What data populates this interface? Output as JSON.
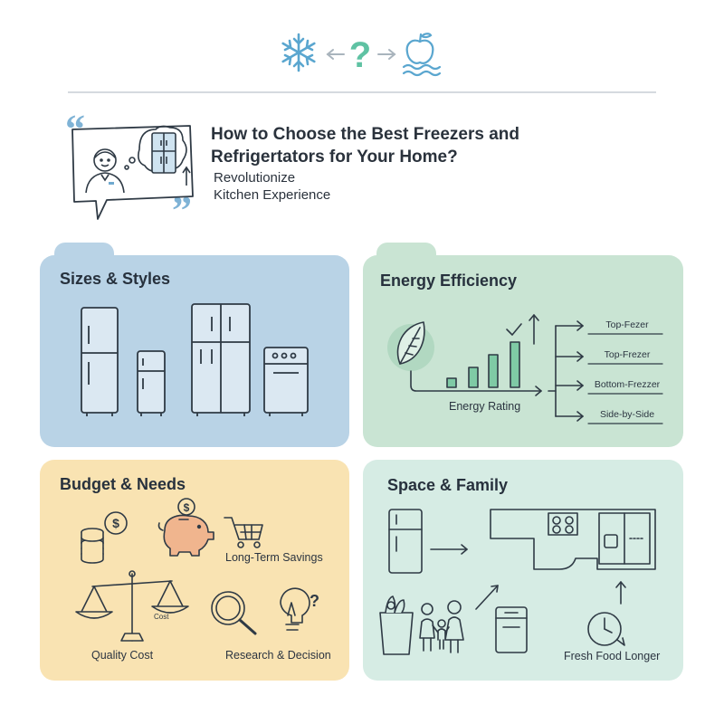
{
  "header": {
    "title_line1": "How to Choose the Best Freezers and",
    "title_line2": "Refrigertators for Your Home?",
    "subtitle_line1": "Revolutionize",
    "subtitle_line2": "Kitchen Experience"
  },
  "cards": {
    "sizes": {
      "title": "Sizes & Styles"
    },
    "energy": {
      "title": "Energy Efficiency",
      "rating_label": "Energy Rating",
      "options": [
        "Top-Fezer",
        "Top-Frezer",
        "Bottom-Frezzer",
        "Side-by-Side"
      ]
    },
    "budget": {
      "title": "Budget & Needs",
      "savings_label": "Long-Term Savings",
      "quality_label": "Quality Cost",
      "scale_tag": "Cost",
      "research_label": "Research & Decision",
      "question": "?"
    },
    "space": {
      "title": "Space & Family",
      "fresh_label": "Fresh Food Longer"
    }
  },
  "colors": {
    "blue_card": "#b9d3e6",
    "green_card": "#c9e4d3",
    "yellow_card": "#f9e3b2",
    "mint_card": "#d6ece4",
    "line": "#2f3a45",
    "accent_teal": "#4fb3a4",
    "accent_blue": "#5aa6cf"
  }
}
